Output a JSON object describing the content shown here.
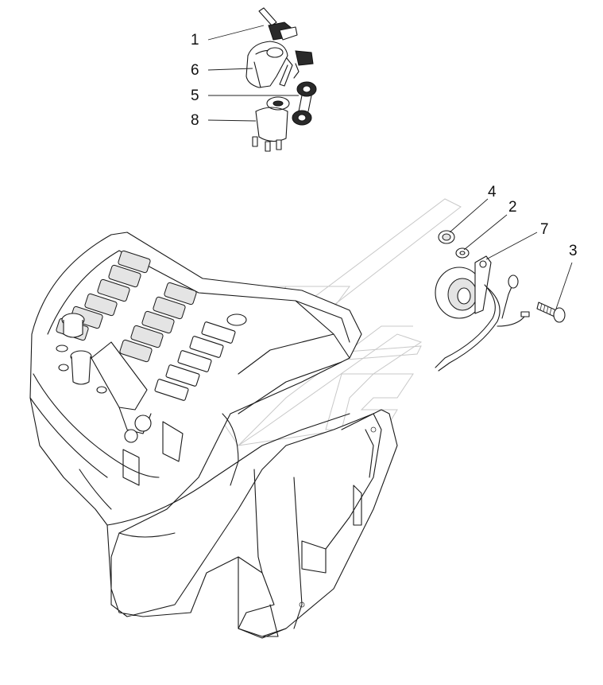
{
  "callouts": {
    "c1": "1",
    "c6": "6",
    "c5": "5",
    "c8": "8",
    "c4": "4",
    "c2": "2",
    "c7": "7",
    "c3": "3"
  },
  "colors": {
    "line": "#1a1a1a",
    "watermark": "#c8c8c8",
    "background": "#ffffff"
  },
  "icons": {
    "key": "key-icon",
    "ignition_switch": "ignition-switch-icon",
    "horn": "horn-icon",
    "bolt": "bolt-icon"
  }
}
